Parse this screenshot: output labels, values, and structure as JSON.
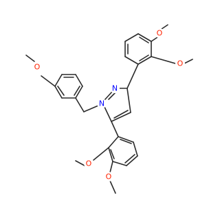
{
  "molecule": {
    "element_colors": {
      "O": "#ff2200",
      "N": "#0000ff",
      "C": "#2b2b2b"
    },
    "atoms": [
      {
        "id": "o_top1",
        "label": "O",
        "el": "O"
      },
      {
        "id": "o_top2",
        "label": "O",
        "el": "O"
      },
      {
        "id": "o_left",
        "label": "O",
        "el": "O"
      },
      {
        "id": "n2",
        "label": "N",
        "el": "N"
      },
      {
        "id": "n1",
        "label": "N",
        "el": "N"
      },
      {
        "id": "o_bot1",
        "label": "O",
        "el": "O"
      },
      {
        "id": "o_bot2",
        "label": "O",
        "el": "O"
      }
    ]
  }
}
